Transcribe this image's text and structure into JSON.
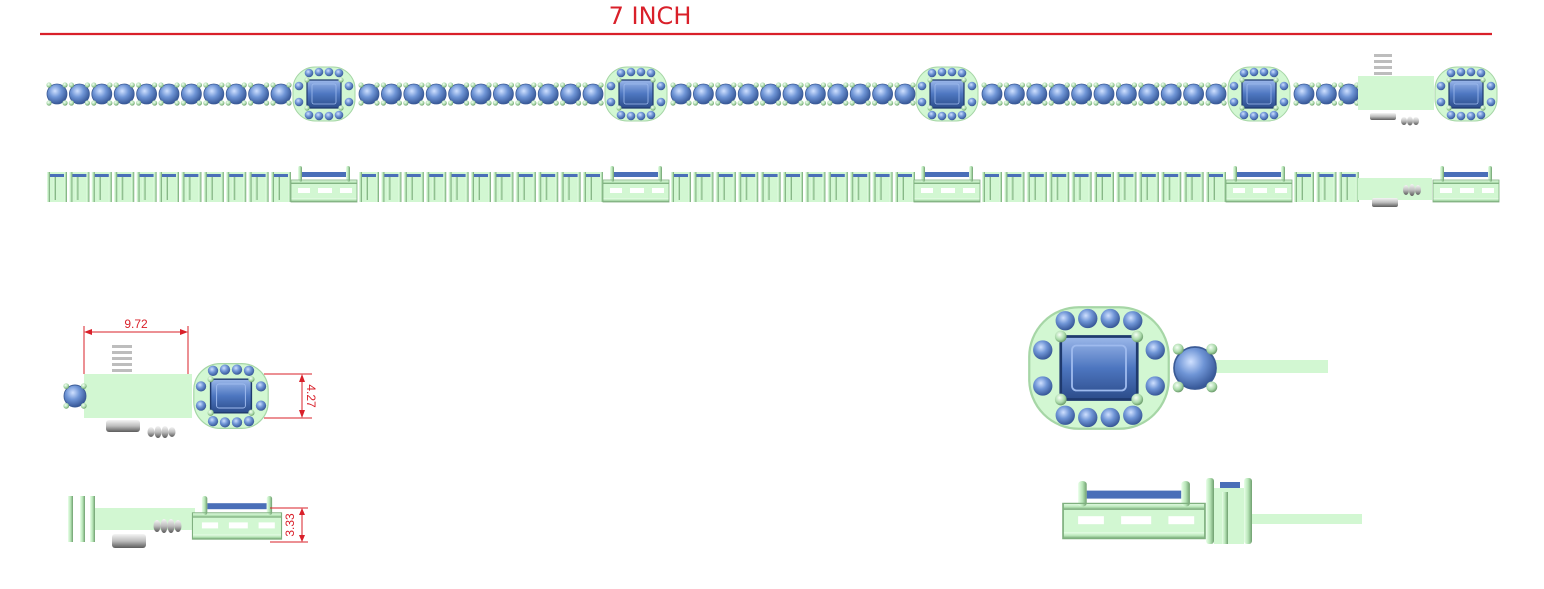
{
  "title": "7 INCH",
  "dimensions": {
    "clasp_width": "9.72",
    "center_height": "4.27",
    "side_height": "3.33"
  },
  "colors": {
    "red": "#d9202a",
    "metal": "#c6f2c6",
    "metal_dark": "#7fb07f",
    "gem": "#5b82c8",
    "gem_dark": "#2f4f8f",
    "clasp_grey": "#b8b8b8"
  },
  "views": [
    "bracelet-top-view",
    "bracelet-side-view",
    "clasp-top-detail",
    "clasp-side-detail",
    "link-top-detail",
    "link-side-detail"
  ]
}
